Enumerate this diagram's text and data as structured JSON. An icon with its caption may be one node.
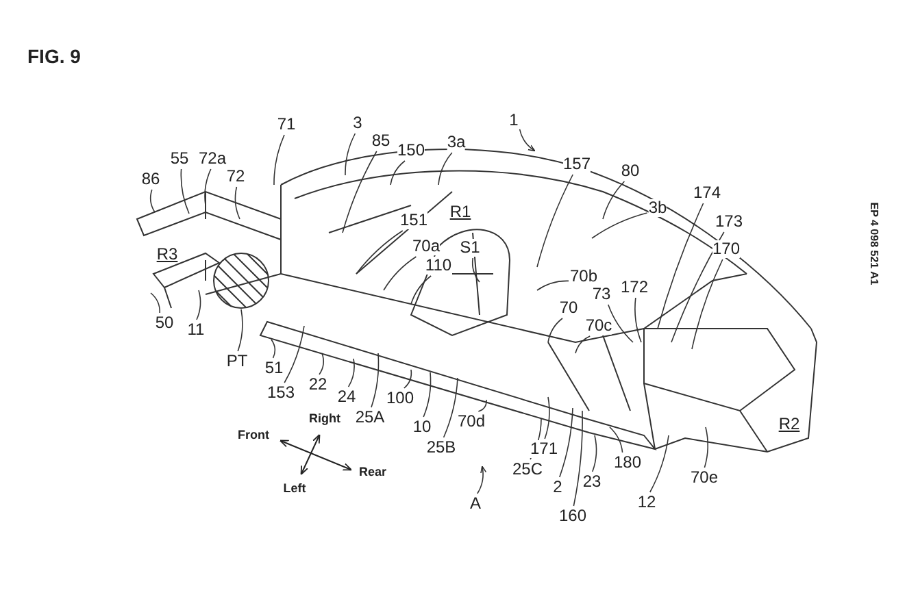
{
  "diagram": {
    "title": "FIG. 9",
    "nodes": [
      {
        "text": [
          "1"
        ]
      },
      {
        "text": [
          "3"
        ]
      },
      {
        "text": [
          "3a"
        ]
      },
      {
        "text": [
          "71"
        ]
      },
      {
        "text": [
          "85"
        ]
      },
      {
        "text": [
          "150"
        ]
      },
      {
        "text": [
          "157"
        ]
      },
      {
        "text": [
          "80"
        ]
      },
      {
        "text": [
          "3b"
        ]
      },
      {
        "text": [
          "174"
        ]
      },
      {
        "text": [
          "173"
        ]
      },
      {
        "text": [
          "170"
        ]
      },
      {
        "text": [
          "72a"
        ]
      },
      {
        "text": [
          "55"
        ]
      },
      {
        "text": [
          "86"
        ]
      },
      {
        "text": [
          "72"
        ]
      },
      {
        "text": [
          "151"
        ]
      },
      {
        "text": [
          "70a"
        ]
      },
      {
        "text": [
          "110"
        ]
      },
      {
        "text": [
          "S1"
        ]
      },
      {
        "text": [
          "70b"
        ]
      },
      {
        "text": [
          "73"
        ]
      },
      {
        "text": [
          "70"
        ]
      },
      {
        "text": [
          "70c"
        ]
      },
      {
        "text": [
          "172"
        ]
      },
      {
        "text": [
          "50"
        ]
      },
      {
        "text": [
          "11"
        ]
      },
      {
        "text": [
          "PT"
        ]
      },
      {
        "text": [
          "51"
        ]
      },
      {
        "text": [
          "153"
        ]
      },
      {
        "text": [
          "22"
        ]
      },
      {
        "text": [
          "24"
        ]
      },
      {
        "text": [
          "25A"
        ]
      },
      {
        "text": [
          "100"
        ]
      },
      {
        "text": [
          "10"
        ]
      },
      {
        "text": [
          "25B"
        ]
      },
      {
        "text": [
          "70d"
        ]
      },
      {
        "text": [
          "A"
        ]
      },
      {
        "text": [
          "25C"
        ]
      },
      {
        "text": [
          "171"
        ]
      },
      {
        "text": [
          "2"
        ]
      },
      {
        "text": [
          "23"
        ]
      },
      {
        "text": [
          "160"
        ]
      },
      {
        "text": [
          "180"
        ]
      },
      {
        "text": [
          "12"
        ]
      },
      {
        "text": [
          "70e"
        ]
      }
    ],
    "edges": [
      {
        "from": 0,
        "to": null,
        "arrow": "to"
      },
      {
        "from": 1,
        "to": null,
        "arrow": "none"
      },
      {
        "from": 2,
        "to": null,
        "arrow": "none"
      },
      {
        "from": 3,
        "to": null,
        "arrow": "none"
      },
      {
        "from": 4,
        "to": null,
        "arrow": "none"
      },
      {
        "from": 5,
        "to": null,
        "arrow": "none"
      },
      {
        "from": 6,
        "to": null,
        "arrow": "none"
      },
      {
        "from": 7,
        "to": null,
        "arrow": "none"
      },
      {
        "from": 8,
        "to": null,
        "arrow": "none"
      },
      {
        "from": 9,
        "to": null,
        "arrow": "none"
      },
      {
        "from": 10,
        "to": null,
        "arrow": "none"
      },
      {
        "from": 11,
        "to": null,
        "arrow": "none"
      },
      {
        "from": 12,
        "to": null,
        "arrow": "none"
      },
      {
        "from": 13,
        "to": null,
        "arrow": "none"
      },
      {
        "from": 14,
        "to": null,
        "arrow": "none"
      },
      {
        "from": 15,
        "to": null,
        "arrow": "none"
      },
      {
        "from": 16,
        "to": null,
        "arrow": "none"
      },
      {
        "from": 17,
        "to": null,
        "arrow": "none"
      },
      {
        "from": 18,
        "to": null,
        "arrow": "none"
      },
      {
        "from": 19,
        "to": null,
        "arrow": "none"
      },
      {
        "from": 20,
        "to": null,
        "arrow": "none"
      },
      {
        "from": 21,
        "to": null,
        "arrow": "none"
      },
      {
        "from": 22,
        "to": null,
        "arrow": "none"
      },
      {
        "from": 23,
        "to": null,
        "arrow": "none"
      },
      {
        "from": 24,
        "to": null,
        "arrow": "none"
      },
      {
        "from": 25,
        "to": null,
        "arrow": "none"
      },
      {
        "from": 26,
        "to": null,
        "arrow": "none"
      },
      {
        "from": 27,
        "to": null,
        "arrow": "none"
      },
      {
        "from": 28,
        "to": null,
        "arrow": "none"
      },
      {
        "from": 29,
        "to": null,
        "arrow": "none"
      },
      {
        "from": 30,
        "to": null,
        "arrow": "none"
      },
      {
        "from": 31,
        "to": null,
        "arrow": "none"
      },
      {
        "from": 32,
        "to": null,
        "arrow": "none"
      },
      {
        "from": 33,
        "to": null,
        "arrow": "none"
      },
      {
        "from": 34,
        "to": null,
        "arrow": "none"
      },
      {
        "from": 35,
        "to": null,
        "arrow": "none"
      },
      {
        "from": 36,
        "to": null,
        "arrow": "none"
      },
      {
        "from": 37,
        "to": null,
        "arrow": "to"
      },
      {
        "from": 38,
        "to": null,
        "arrow": "none"
      },
      {
        "from": 39,
        "to": null,
        "arrow": "none"
      },
      {
        "from": 40,
        "to": null,
        "arrow": "none"
      },
      {
        "from": 41,
        "to": null,
        "arrow": "none"
      },
      {
        "from": 42,
        "to": null,
        "arrow": "none"
      },
      {
        "from": 43,
        "to": null,
        "arrow": "none"
      },
      {
        "from": 44,
        "to": null,
        "arrow": "none"
      },
      {
        "from": 45,
        "to": null,
        "arrow": "none"
      }
    ],
    "labels": [
      "R1",
      "R3",
      "R2",
      "Right",
      "Front",
      "Rear",
      "Left",
      "EP 4 098 521 A1"
    ]
  }
}
